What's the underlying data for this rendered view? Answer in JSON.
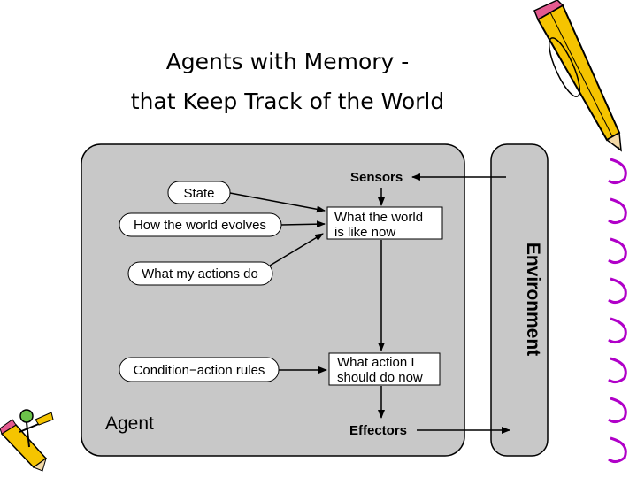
{
  "title": {
    "line1": "Agents with Memory -",
    "line2": "that Keep Track  of the World"
  },
  "diagram": {
    "agent_label": "Agent",
    "environment_label": "Environment",
    "sensors": "Sensors",
    "effectors": "Effectors",
    "state": "State",
    "world_evolves": "How the world evolves",
    "my_actions": "What my actions do",
    "condition_rules": "Condition−action rules",
    "world_now_1": "What the world",
    "world_now_2": "is like now",
    "action_now_1": "What action I",
    "action_now_2": "should do now"
  },
  "colors": {
    "agent_fill": "#c8c8c8",
    "box_fill": "#ffffff",
    "line": "#000000"
  },
  "icons": [
    "pencil-icon",
    "cartoon-pencil-figure-icon",
    "spiral-binding-icon"
  ]
}
